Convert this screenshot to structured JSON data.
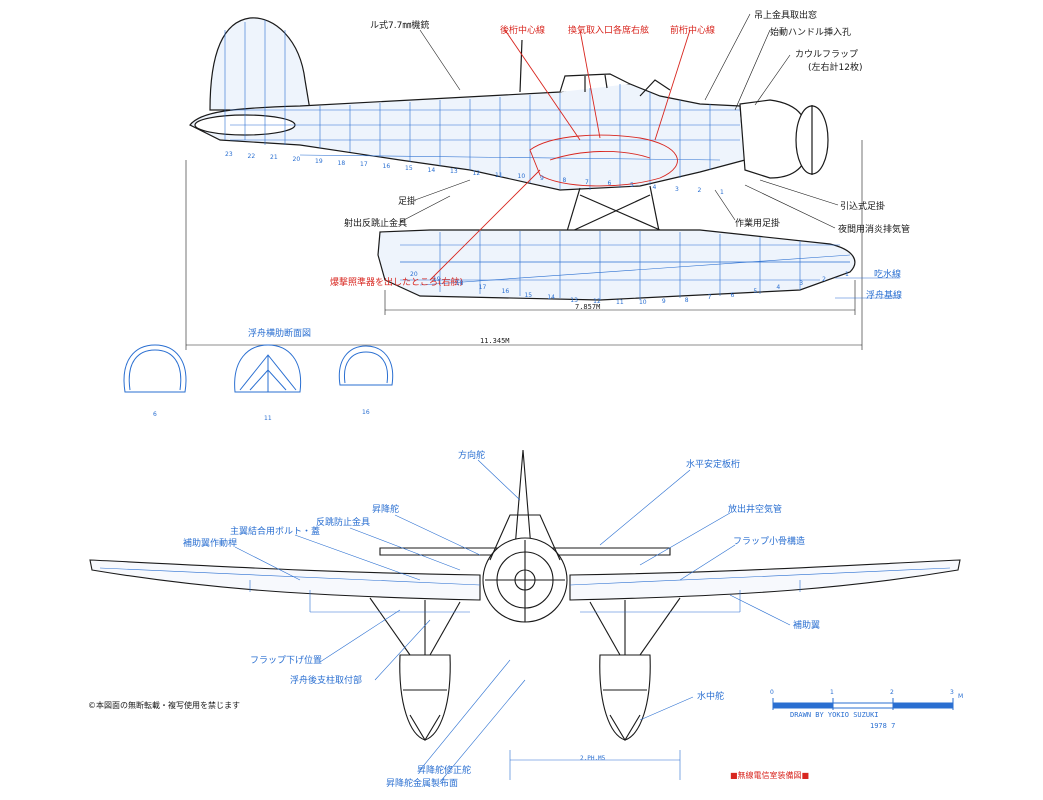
{
  "side_view": {
    "labels_black": {
      "mg": "ル式7.7㎜機銃",
      "hoist": "吊上金具取出窓",
      "crank": "始動ハンドル挿入孔",
      "cowl_flap_1": "カウルフラップ",
      "cowl_flap_2": "(左右計12枚)",
      "footstep": "足掛",
      "anti_recoil": "射出反跳止金具",
      "work_footstep": "作業用足掛",
      "retract_footstep": "引込式足掛",
      "flame_damper": "夜間用消炎排気管"
    },
    "labels_red": {
      "rear_spar": "後桁中心線",
      "vent": "換気取入口各席右舷",
      "front_spar": "前桁中心線",
      "catapult_bracket": "爆撃照準器を出したところ(右舷)"
    },
    "labels_blue": {
      "float_section": "浮舟横肋断面図",
      "waterline_still": "吃水線",
      "waterline_taxi": "浮舟基線"
    },
    "dims": {
      "overall": "11.345M",
      "float_len": "7.857M"
    },
    "frame_numbers_fuselage": [
      "23",
      "22",
      "21",
      "20",
      "19",
      "18",
      "17",
      "16",
      "15",
      "14",
      "13",
      "12",
      "11",
      "10",
      "9",
      "8",
      "7",
      "6",
      "5",
      "4",
      "3",
      "2",
      "1"
    ],
    "frame_numbers_float": [
      "20",
      "19",
      "18",
      "17",
      "16",
      "15",
      "14",
      "13",
      "12",
      "11",
      "10",
      "9",
      "8",
      "7",
      "6",
      "5",
      "4",
      "3",
      "2",
      "1"
    ],
    "section_numbers": [
      "6",
      "11",
      "16"
    ]
  },
  "front_view": {
    "labels_blue": {
      "rudder": "方向舵",
      "stabilizer": "水平安定板桁",
      "elevator": "昇降舵",
      "anti_recoil": "反跳防止金具",
      "main_bolt": "主翼結合用ボルト・蓋",
      "aux_wing_lever": "補助翼作動桿",
      "radiator_tube": "放出井空気管",
      "flap_hinge": "フラップ小骨構造",
      "aileron": "補助翼",
      "flap_down": "フラップ下げ位置",
      "float_strut_mount": "浮舟後支柱取付部",
      "water_rudder": "水中舵",
      "elevator_trim": "昇降舵修正舵",
      "elevator_metal": "昇降舵金属製布面"
    },
    "dim": "2.PH.M5"
  },
  "footer": {
    "copyright": "©本図面の無断転載・複写使用を禁じます",
    "drawn_by": "DRAWN  BY  YOKIO SUZUKI",
    "date": "1978  7",
    "sheet_title": "■無線電信室装備図■",
    "scale_labels": [
      "0",
      "1",
      "2",
      "3"
    ],
    "scale_unit": "M"
  },
  "colors": {
    "ink": "#1a1a1a",
    "blue": "#2a6fd1",
    "red": "#d8261f"
  }
}
